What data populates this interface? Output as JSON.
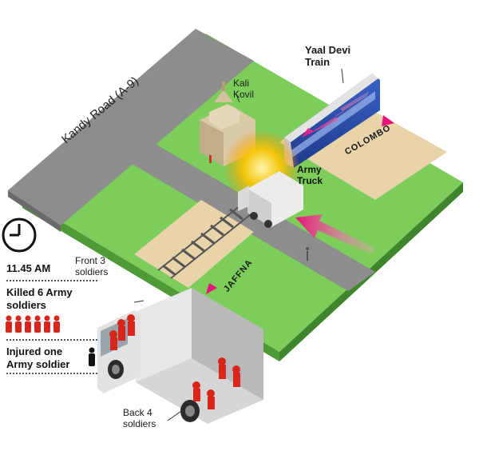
{
  "map": {
    "road_label": "Kandy Road (A-9)",
    "temple_label_line1": "Kali",
    "temple_label_line2": "Kovil",
    "train_label_line1": "Yaal Devi",
    "train_label_line2": "Train",
    "truck_label_line1": "Army",
    "truck_label_line2": "Truck",
    "colombo_label": "COLOMBO",
    "jaffna_label": "JAFFNA"
  },
  "sidebar": {
    "time": "11.45 AM",
    "killed_line1": "Killed 6 Army",
    "killed_line2": "soldiers",
    "killed_count": 6,
    "injured_line1": "Injured one",
    "injured_line2": "Army soldier",
    "injured_count": 1
  },
  "truck_detail": {
    "front_label_line1": "Front 3",
    "front_label_line2": "soldiers",
    "back_label_line1": "Back 4",
    "back_label_line2": "soldiers"
  },
  "colors": {
    "grass": "#7ccd5a",
    "grass_dark": "#5aa63c",
    "road": "#8a8a8a",
    "tan": "#e9d3a8",
    "arrow_pink": "#e8137a",
    "casualty_red": "#d9261c"
  }
}
